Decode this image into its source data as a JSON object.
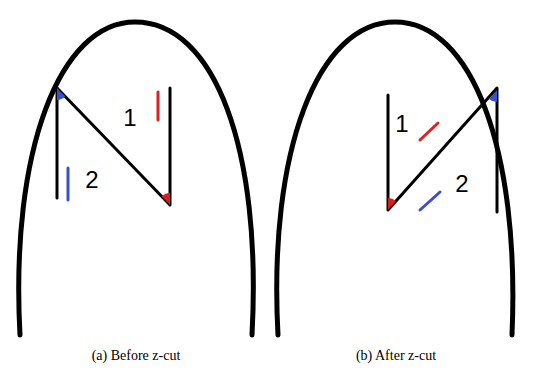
{
  "diagram": {
    "labels": [
      "1",
      "2",
      "1",
      "2",
      "(a) Before z-cut",
      "(b) After z-cut"
    ]
  }
}
